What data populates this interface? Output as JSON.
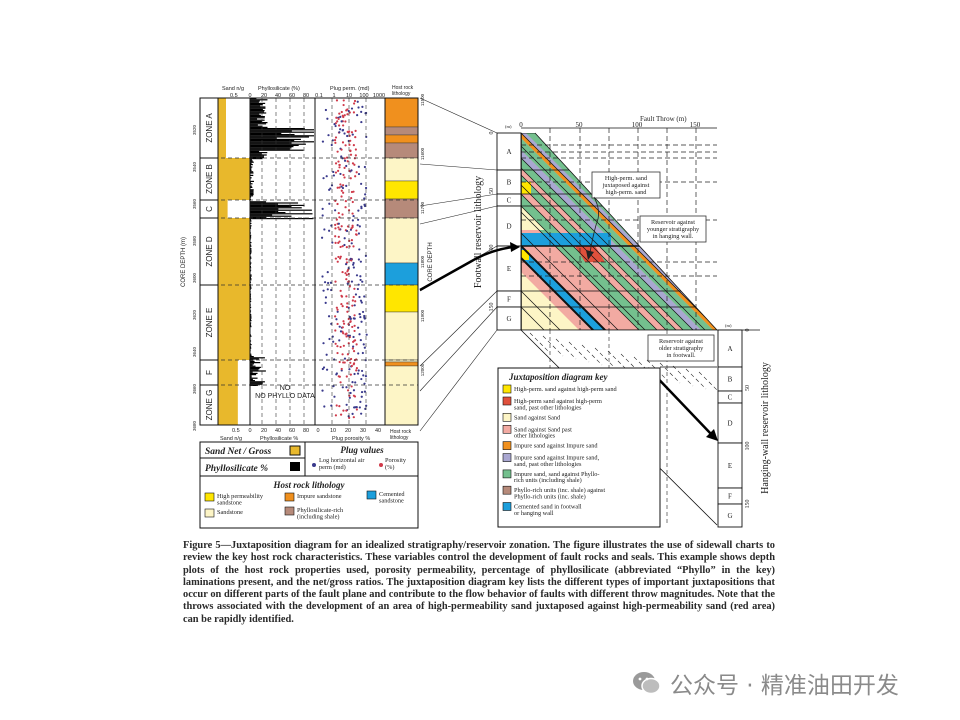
{
  "log_panel": {
    "top_headers": {
      "sand": "Sand n/g",
      "phyllo": "Phyllosilicate (%)",
      "perm": "Plug perm. (md)",
      "litho": "Host rock lithology"
    },
    "top_ticks": {
      "sand": [
        "0.5"
      ],
      "phyllo": [
        "0",
        "20",
        "40",
        "60",
        "80"
      ],
      "perm": [
        "0.1",
        "1",
        "10",
        "100",
        "1000"
      ]
    },
    "bottom_headers": {
      "sand": "Sand n/g",
      "phyllo": "Phyllosilicate %",
      "porosity": "Plug porosity %",
      "litho": "Host rock lithology"
    },
    "bottom_ticks": {
      "sand": [
        "0.5"
      ],
      "phyllo": [
        "0",
        "20",
        "40",
        "60",
        "80"
      ],
      "porosity": [
        "0",
        "10",
        "20",
        "30",
        "40"
      ]
    },
    "depth_axis_label": "CORE DEPTH (m)",
    "depth_ticks": [
      "3520",
      "3540",
      "3560",
      "3580",
      "3600",
      "3620",
      "3640",
      "3660",
      "3680"
    ],
    "right_axis_label": "CORE DEPTH",
    "right_depth_ticks": [
      "11500",
      "11600",
      "11700",
      "11800",
      "11900",
      "12000"
    ],
    "zones": [
      "ZONE A",
      "ZONE B",
      "C",
      "ZONE D",
      "ZONE E",
      "F",
      "ZONE G"
    ],
    "no_data": "NO PHYLLO DATA"
  },
  "log_legend": {
    "sand_ng": "Sand Net / Gross",
    "phyllo": "Phyllosilicate %",
    "plug_title": "Plug values",
    "plug_perm": "Log horizontal air perm (md)",
    "plug_poro": "Porosity (%)",
    "litho_title": "Host rock lithology",
    "litho_items": [
      "High permeability sandstone",
      "Sandstone",
      "Impure sandstone",
      "Phyllosilicate-rich (including shale)",
      "Cemented sandstone"
    ]
  },
  "juxtaposition": {
    "x_title": "Fault Throw (m)",
    "x_unit": "(m)",
    "x_ticks": [
      "0",
      "50",
      "100",
      "150"
    ],
    "footwall_label": "Footwall reservoir lithology",
    "hangingwall_label": "Hanging-wall reservoir lithology",
    "depth_unit": "(m)",
    "depth_ticks": [
      "0",
      "50",
      "100",
      "150"
    ],
    "zones": [
      "A",
      "B",
      "C",
      "D",
      "E",
      "F",
      "G"
    ],
    "annotations": {
      "hp": [
        "High-perm. sand",
        "juxtaposed against",
        "high-perm. sand"
      ],
      "younger": [
        "Reservoir against",
        "younger stratigraphy",
        "in hanging wall."
      ],
      "older": [
        "Reservoir against",
        "older stratigraphy",
        "in footwall."
      ]
    }
  },
  "key": {
    "title": "Juxtaposition diagram key",
    "items": [
      [
        "High-perm. sand against high-perm sand"
      ],
      [
        "High-perm sand against high-perm",
        "sand, past other lithologies"
      ],
      [
        "Sand against Sand"
      ],
      [
        "Sand against Sand past",
        "other lithologies"
      ],
      [
        "Impure sand against Impure sand"
      ],
      [
        "Impure sand against Impure sand,",
        "sand, past other lithologies"
      ],
      [
        "Impure sand, sand against Phyllo-",
        "rich units (including shale)"
      ],
      [
        "Phyllo-rich units (inc. shale) against",
        "Phyllo-rich units (inc. shale)"
      ],
      [
        "Cemented sand in footwall",
        "or hanging wall"
      ]
    ]
  },
  "colors": {
    "sand": "#e8b82c",
    "orange": "#f0901e",
    "brown": "#b68a7a",
    "yellow": "#ffe600",
    "lightyellow": "#fdf5c6",
    "blue": "#1c9fdc",
    "purple": "#a9a7d1",
    "green": "#74c08e",
    "pink": "#f2aaa2",
    "red": "#e0503c",
    "perm_dot": "#3a3a8c",
    "poro_dot": "#d03a4a"
  },
  "caption": "Figure 5—Juxtaposition diagram for an idealized stratigraphy/reservoir zonation. The figure illustrates the use of sidewall charts to review the key host rock characteristics. These variables control the development of fault rocks and seals. This example shows depth plots of the host rock properties used, porosity permeability, percentage of phyllosilicate (abbreviated “Phyllo” in the key) laminations present, and the net/gross ratios. The juxtaposition diagram key lists the different types of important juxtapositions that occur on different parts of the fault plane and contribute to the flow behavior of faults with different throw magnitudes. Note that the throws associated with the development of an area of high-permeability sand juxtaposed against high-permeability sand (red area) can be rapidly identified.",
  "watermark": "公众号 · 精准油田开发"
}
